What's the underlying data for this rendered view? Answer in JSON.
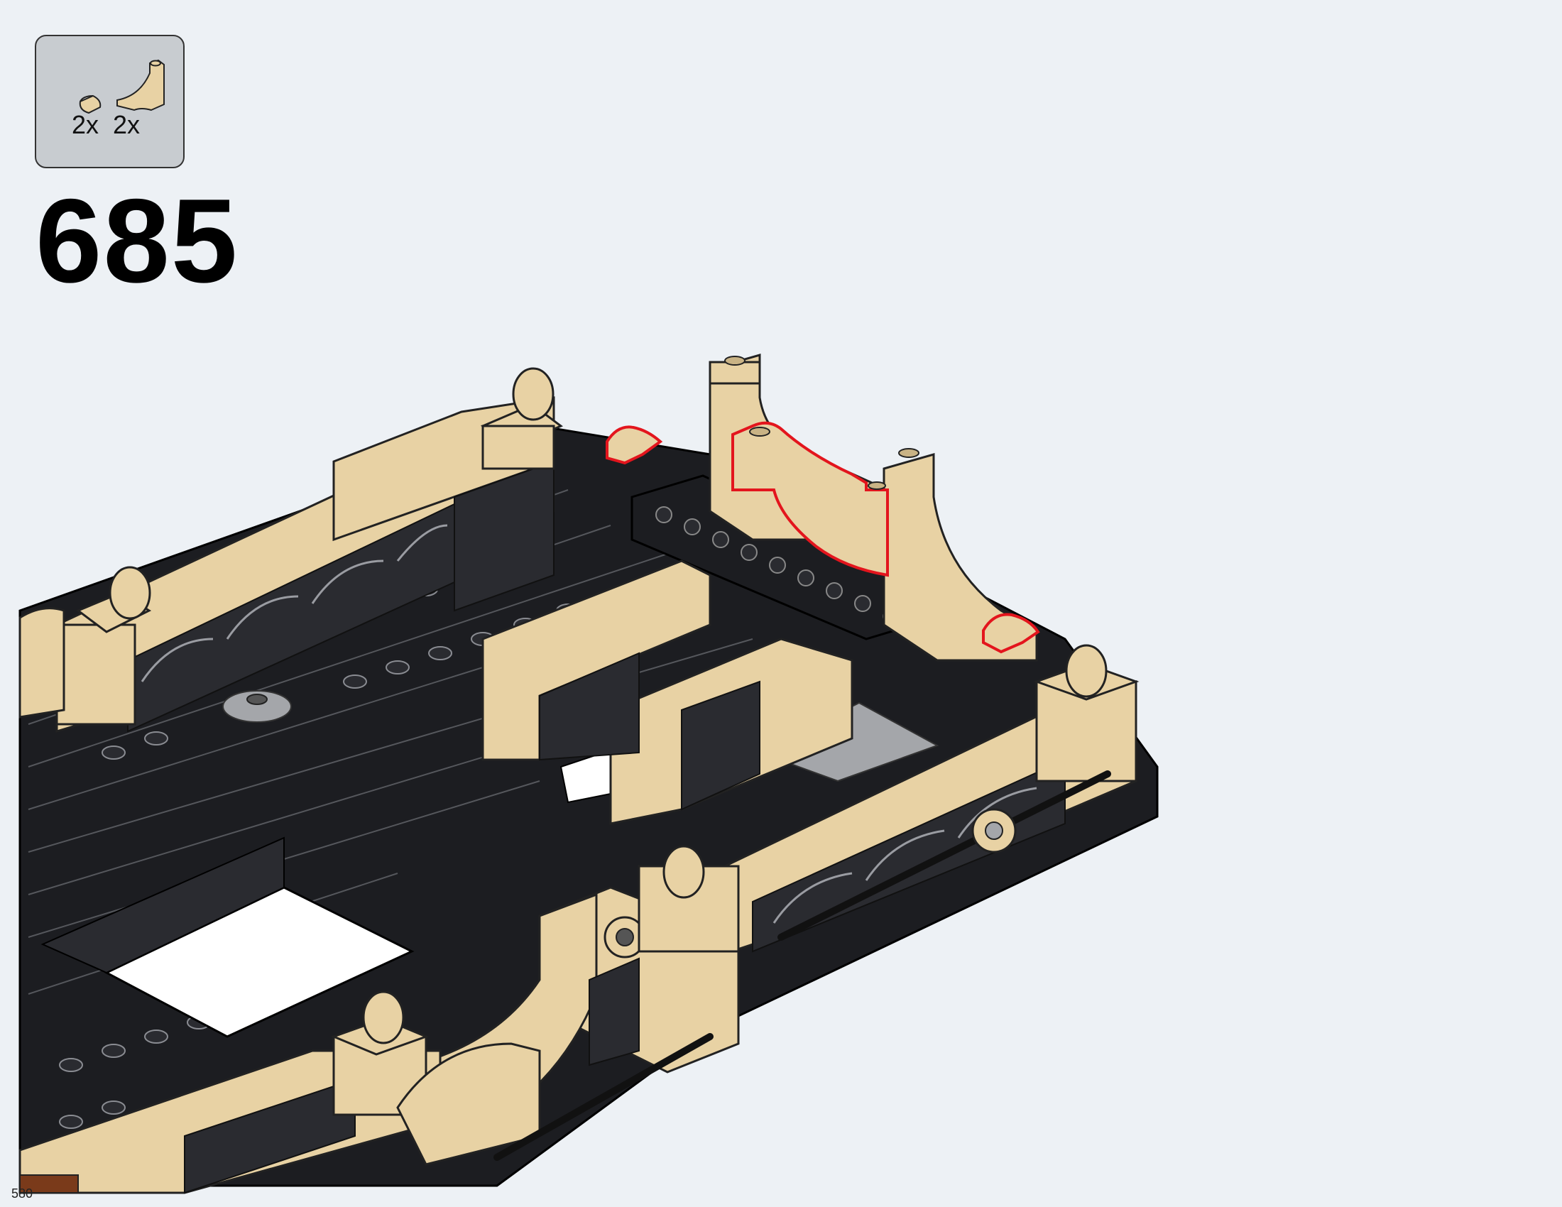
{
  "step": {
    "number": "685"
  },
  "parts": [
    {
      "quantity": "2x",
      "icon": "tan-round-tile-icon",
      "color": "#e8d2a4"
    },
    {
      "quantity": "2x",
      "icon": "tan-arch-slope-icon",
      "color": "#e8d2a4"
    }
  ],
  "page": {
    "number": "580"
  },
  "colors": {
    "background": "#edf1f5",
    "callout": "#c8ccd0",
    "tan": "#e8d2a4",
    "black_brick": "#1c1d21",
    "highlight": "#e3151d",
    "light_gray": "#a4a6aa"
  }
}
